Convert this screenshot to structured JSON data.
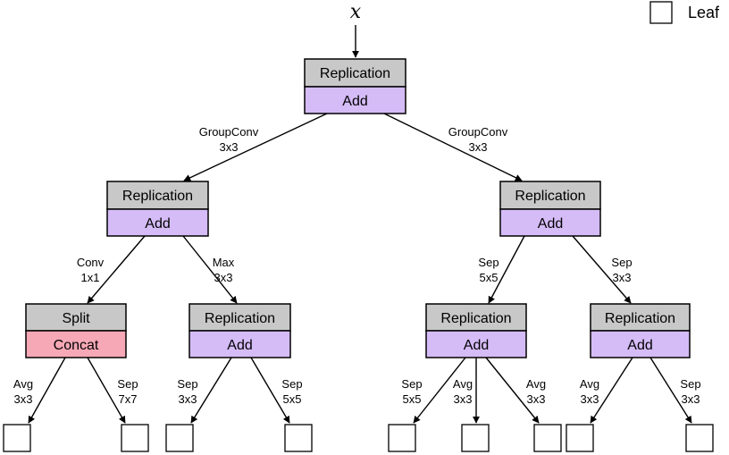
{
  "input_label": "x",
  "legend": {
    "leaf_label": "Leaf"
  },
  "nodes": {
    "root": {
      "top": "Replication",
      "bottom": "Add"
    },
    "l": {
      "top": "Replication",
      "bottom": "Add"
    },
    "r": {
      "top": "Replication",
      "bottom": "Add"
    },
    "ll": {
      "top": "Split",
      "bottom": "Concat"
    },
    "lr": {
      "top": "Replication",
      "bottom": "Add"
    },
    "rl": {
      "top": "Replication",
      "bottom": "Add"
    },
    "rr": {
      "top": "Replication",
      "bottom": "Add"
    }
  },
  "edges": {
    "root_l": [
      "GroupConv",
      "3x3"
    ],
    "root_r": [
      "GroupConv",
      "3x3"
    ],
    "l_ll": [
      "Conv",
      "1x1"
    ],
    "l_lr": [
      "Max",
      "3x3"
    ],
    "r_rl": [
      "Sep",
      "5x5"
    ],
    "r_rr": [
      "Sep",
      "3x3"
    ],
    "ll_1": [
      "Avg",
      "3x3"
    ],
    "ll_2": [
      "Sep",
      "7x7"
    ],
    "lr_1": [
      "Sep",
      "3x3"
    ],
    "lr_2": [
      "Sep",
      "5x5"
    ],
    "rl_1": [
      "Sep",
      "5x5"
    ],
    "rl_2": [
      "Avg",
      "3x3"
    ],
    "rl_3": [
      "Avg",
      "3x3"
    ],
    "rr_1": [
      "Avg",
      "3x3"
    ],
    "rr_2": [
      "Sep",
      "3x3"
    ]
  },
  "colors": {
    "replication": "#c8c8c8",
    "add": "#d5bcf7",
    "concat": "#f7a8b6"
  }
}
